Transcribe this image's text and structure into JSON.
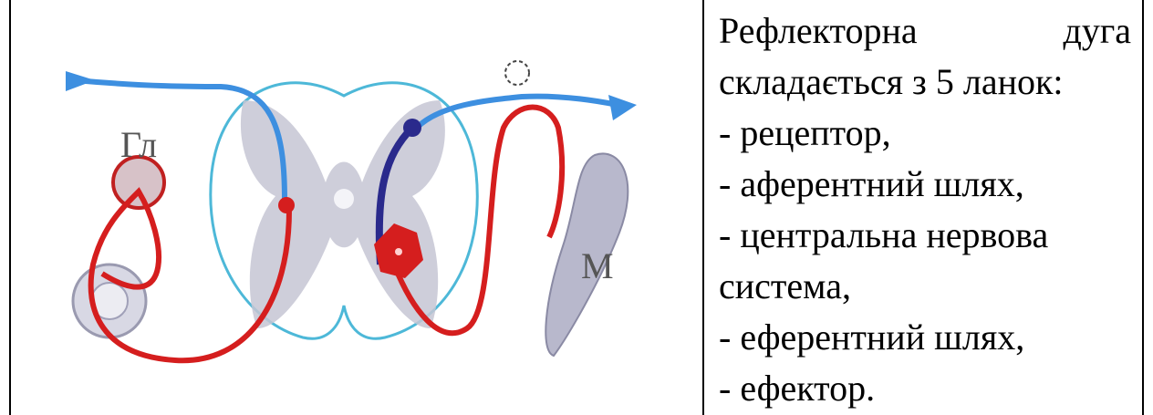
{
  "diagram": {
    "labels": {
      "gland": "Гл",
      "muscle": "М"
    },
    "colors": {
      "afferent": "#3d8fe0",
      "efferent": "#d51e1e",
      "interneuron": "#2a2a8c",
      "spinal_outline": "#4db8d8",
      "gray_matter": "#c6c6d4"
    }
  },
  "description": {
    "heading_word1": "Рефлекторна",
    "heading_word2": "дуга",
    "lines": [
      "складається з 5 ланок:",
      "- рецептор,",
      "- аферентний шлях,",
      "- центральна нервова",
      "система,",
      "- еферентний шлях,",
      "- ефектор."
    ]
  }
}
